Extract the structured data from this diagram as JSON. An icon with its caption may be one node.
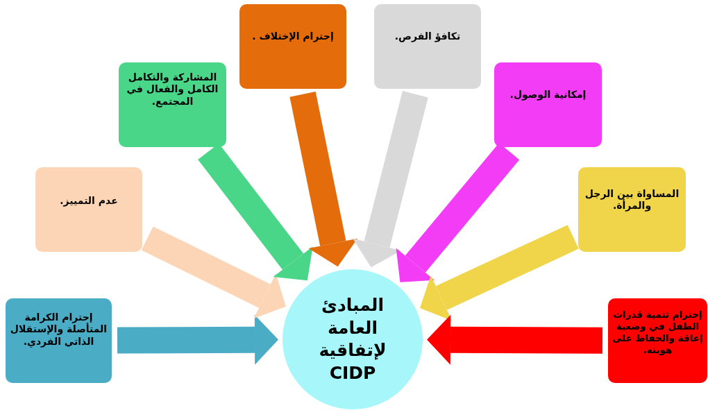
{
  "diagram": {
    "nodes": [
      {
        "text": [
          "المبادئ العامة لإتفاقية CIDP"
        ]
      },
      {
        "text": [
          "إحترام الكرامة المتأصلة والإستقلال الذاتي الفردي."
        ]
      },
      {
        "text": [
          "عدم التمييز."
        ]
      },
      {
        "text": [
          "المشاركة والتكامل الكامل والفعال في المجتمع."
        ]
      },
      {
        "text": [
          "إحترام الإختلاف ."
        ]
      },
      {
        "text": [
          "تكافؤ الفرص."
        ]
      },
      {
        "text": [
          "إمكانية الوصول."
        ]
      },
      {
        "text": [
          "المساواة بين الرجل والمرأة."
        ]
      },
      {
        "text": [
          "إحترام تنمية قدرات الطفل في وضعية إعاقة والحفاظ على هويته."
        ]
      }
    ],
    "edges": [
      {
        "from": 1,
        "to": 0,
        "arrow": "to",
        "color": "#4bacc6"
      },
      {
        "from": 2,
        "to": 0,
        "arrow": "to",
        "color": "#fbd5b5"
      },
      {
        "from": 3,
        "to": 0,
        "arrow": "to",
        "color": "#4ad688"
      },
      {
        "from": 4,
        "to": 0,
        "arrow": "to",
        "color": "#e46c0a"
      },
      {
        "from": 5,
        "to": 0,
        "arrow": "to",
        "color": "#d9d9d9"
      },
      {
        "from": 6,
        "to": 0,
        "arrow": "to",
        "color": "#f33cf5"
      },
      {
        "from": 7,
        "to": 0,
        "arrow": "to",
        "color": "#f0d54a"
      },
      {
        "from": 8,
        "to": 0,
        "arrow": "to",
        "color": "#ff0000"
      }
    ]
  }
}
